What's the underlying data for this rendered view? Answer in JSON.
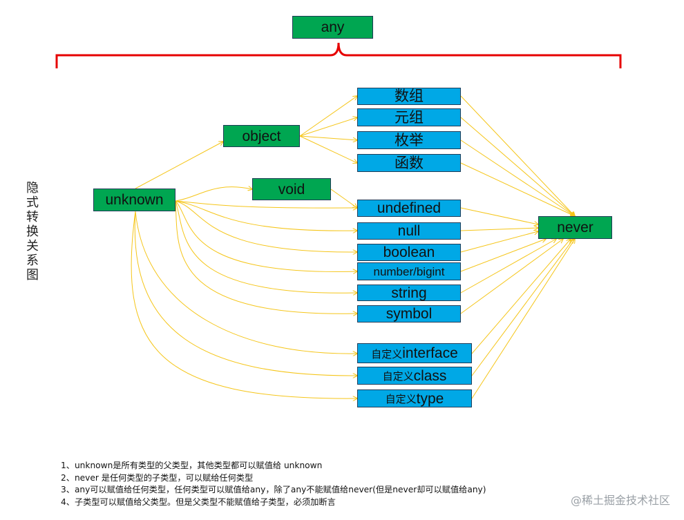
{
  "nodes": {
    "any": "any",
    "object": "object",
    "void": "void",
    "unknown": "unknown",
    "array": "数组",
    "tuple": "元组",
    "enum": "枚举",
    "function": "函数",
    "undefined": "undefined",
    "null": "null",
    "boolean": "boolean",
    "number_bigint": "number/bigint",
    "string": "string",
    "symbol": "symbol",
    "custom_prefix": "自定义",
    "custom_interface": "interface",
    "custom_class": "class",
    "custom_type": "type",
    "never": "never"
  },
  "side_label": "隐式转换关系图",
  "notes": [
    "1、unknown是所有类型的父类型，其他类型都可以赋值给 unknown",
    "2、never 是任何类型的子类型，可以赋给任何类型",
    "3、any可以赋值给任何类型，任何类型可以赋值给any，除了any不能赋值给never(但是never却可以赋值给any)",
    "4、子类型可以赋值给父类型。但是父类型不能赋值给子类型，必须加断言"
  ],
  "watermark": "@稀土掘金技术社区",
  "colors": {
    "type_box_green": "#00a651",
    "type_box_blue": "#00a8e6",
    "arrow": "#f5c518",
    "brace": "#e60000"
  }
}
